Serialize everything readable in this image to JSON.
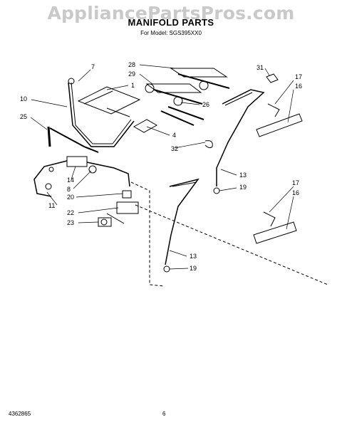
{
  "watermark": "AppliancePartsPros.com",
  "title": "MANIFOLD PARTS",
  "model_line": "For Model: SGS395XX0",
  "footer": {
    "doc_number": "4362865",
    "page": "6"
  },
  "callouts": [
    "28",
    "29",
    "7",
    "1",
    "31",
    "17",
    "16",
    "10",
    "26",
    "25",
    "4",
    "32",
    "14",
    "8",
    "13",
    "19",
    "20",
    "11",
    "22",
    "23",
    "17",
    "16",
    "13",
    "19"
  ]
}
